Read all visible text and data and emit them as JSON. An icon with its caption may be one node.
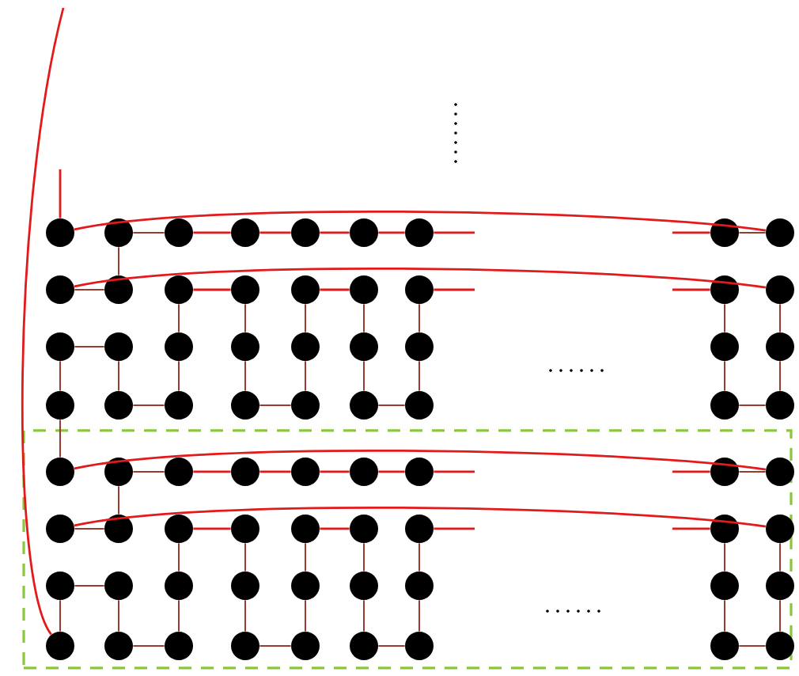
{
  "diagram": {
    "nodes": [
      {
        "text": [],
        "shape": "circle"
      },
      {
        "text": [],
        "shape": "circle"
      },
      {
        "text": [],
        "shape": "circle"
      },
      {
        "text": [],
        "shape": "circle"
      },
      {
        "text": [],
        "shape": "circle"
      },
      {
        "text": [],
        "shape": "circle"
      },
      {
        "text": [],
        "shape": "circle"
      },
      {
        "text": [],
        "shape": "circle"
      },
      {
        "text": [],
        "shape": "circle"
      },
      {
        "text": [],
        "shape": "circle"
      },
      {
        "text": [],
        "shape": "circle"
      },
      {
        "text": [],
        "shape": "circle"
      },
      {
        "text": [],
        "shape": "circle"
      },
      {
        "text": [],
        "shape": "circle"
      },
      {
        "text": [],
        "shape": "circle"
      },
      {
        "text": [],
        "shape": "circle"
      },
      {
        "text": [],
        "shape": "circle"
      },
      {
        "text": [],
        "shape": "circle"
      },
      {
        "text": [],
        "shape": "circle"
      },
      {
        "text": [],
        "shape": "circle"
      },
      {
        "text": [],
        "shape": "circle"
      },
      {
        "text": [],
        "shape": "circle"
      },
      {
        "text": [],
        "shape": "circle"
      },
      {
        "text": [],
        "shape": "circle"
      },
      {
        "text": [],
        "shape": "circle"
      },
      {
        "text": [],
        "shape": "circle"
      },
      {
        "text": [],
        "shape": "circle"
      },
      {
        "text": [],
        "shape": "circle"
      },
      {
        "text": [],
        "shape": "circle"
      },
      {
        "text": [],
        "shape": "circle"
      },
      {
        "text": [],
        "shape": "circle"
      },
      {
        "text": [],
        "shape": "circle"
      },
      {
        "text": [],
        "shape": "circle"
      },
      {
        "text": [],
        "shape": "circle"
      },
      {
        "text": [],
        "shape": "circle"
      },
      {
        "text": [],
        "shape": "circle"
      },
      {
        "text": [],
        "shape": "box"
      },
      {
        "text": [],
        "shape": "circle",
        "in": 36
      },
      {
        "text": [],
        "shape": "circle",
        "in": 36
      },
      {
        "text": [],
        "shape": "circle",
        "in": 36
      },
      {
        "text": [],
        "shape": "circle",
        "in": 36
      },
      {
        "text": [],
        "shape": "circle",
        "in": 36
      },
      {
        "text": [],
        "shape": "circle",
        "in": 36
      },
      {
        "text": [],
        "shape": "circle",
        "in": 36
      },
      {
        "text": [],
        "shape": "circle",
        "in": 36
      },
      {
        "text": [],
        "shape": "circle",
        "in": 36
      },
      {
        "text": [],
        "shape": "circle",
        "in": 36
      },
      {
        "text": [],
        "shape": "circle",
        "in": 36
      },
      {
        "text": [],
        "shape": "circle",
        "in": 36
      },
      {
        "text": [],
        "shape": "circle",
        "in": 36
      },
      {
        "text": [],
        "shape": "circle",
        "in": 36
      },
      {
        "text": [],
        "shape": "circle",
        "in": 36
      },
      {
        "text": [],
        "shape": "circle",
        "in": 36
      },
      {
        "text": [],
        "shape": "circle",
        "in": 36
      },
      {
        "text": [],
        "shape": "circle",
        "in": 36
      },
      {
        "text": [],
        "shape": "circle",
        "in": 36
      },
      {
        "text": [],
        "shape": "circle",
        "in": 36
      },
      {
        "text": [],
        "shape": "circle",
        "in": 36
      },
      {
        "text": [],
        "shape": "circle",
        "in": 36
      },
      {
        "text": [],
        "shape": "circle",
        "in": 36
      },
      {
        "text": [],
        "shape": "circle",
        "in": 36
      },
      {
        "text": [],
        "shape": "circle",
        "in": 36
      },
      {
        "text": [],
        "shape": "circle",
        "in": 36
      },
      {
        "text": [],
        "shape": "circle",
        "in": 36
      },
      {
        "text": [],
        "shape": "circle",
        "in": 36
      },
      {
        "text": [],
        "shape": "circle",
        "in": 36
      },
      {
        "text": [],
        "shape": "circle",
        "in": 36
      },
      {
        "text": [],
        "shape": "circle",
        "in": 36
      },
      {
        "text": [],
        "shape": "circle",
        "in": 36
      },
      {
        "text": [],
        "shape": "circle",
        "in": 36
      },
      {
        "text": [],
        "shape": "circle",
        "in": 36
      },
      {
        "text": [],
        "shape": "circle",
        "in": 36
      },
      {
        "text": [],
        "shape": "circle",
        "in": 36
      }
    ],
    "edges": [
      {
        "from": 0,
        "to": null,
        "arrow": "none",
        "color": "#e31a1c"
      },
      {
        "from": 1,
        "to": 2,
        "arrow": "none"
      },
      {
        "from": 2,
        "to": 3,
        "arrow": "none",
        "color": "#e31a1c"
      },
      {
        "from": 3,
        "to": 4,
        "arrow": "none",
        "color": "#e31a1c"
      },
      {
        "from": 4,
        "to": 5,
        "arrow": "none",
        "color": "#e31a1c"
      },
      {
        "from": 5,
        "to": 6,
        "arrow": "none",
        "color": "#e31a1c"
      },
      {
        "from": 6,
        "to": null,
        "arrow": "none",
        "color": "#e31a1c"
      },
      {
        "from": null,
        "to": 7,
        "arrow": "none",
        "color": "#e31a1c"
      },
      {
        "from": 7,
        "to": 8,
        "arrow": "none"
      },
      {
        "from": 0,
        "to": 8,
        "arrow": "none",
        "color": "#e31a1c"
      },
      {
        "from": 1,
        "to": 10,
        "arrow": "none"
      },
      {
        "from": 9,
        "to": 10,
        "arrow": "none"
      },
      {
        "from": 9,
        "to": 17,
        "arrow": "none",
        "color": "#e31a1c"
      },
      {
        "from": 11,
        "to": 12,
        "arrow": "none",
        "color": "#e31a1c"
      },
      {
        "from": 13,
        "to": 14,
        "arrow": "none",
        "color": "#e31a1c"
      },
      {
        "from": 15,
        "to": null,
        "arrow": "none",
        "color": "#e31a1c"
      },
      {
        "from": null,
        "to": 16,
        "arrow": "none",
        "color": "#e31a1c"
      },
      {
        "from": 18,
        "to": 19,
        "arrow": "none"
      },
      {
        "from": 11,
        "to": 20,
        "arrow": "none"
      },
      {
        "from": 12,
        "to": 21,
        "arrow": "none"
      },
      {
        "from": 13,
        "to": 22,
        "arrow": "none"
      },
      {
        "from": 14,
        "to": 23,
        "arrow": "none"
      },
      {
        "from": 15,
        "to": 24,
        "arrow": "none"
      },
      {
        "from": 16,
        "to": 25,
        "arrow": "none"
      },
      {
        "from": 17,
        "to": 26,
        "arrow": "none"
      },
      {
        "from": 18,
        "to": 27,
        "arrow": "none"
      },
      {
        "from": 19,
        "to": 28,
        "arrow": "none"
      },
      {
        "from": 20,
        "to": 29,
        "arrow": "none"
      },
      {
        "from": 21,
        "to": 30,
        "arrow": "none"
      },
      {
        "from": 22,
        "to": 31,
        "arrow": "none"
      },
      {
        "from": 23,
        "to": 32,
        "arrow": "none"
      },
      {
        "from": 24,
        "to": 33,
        "arrow": "none"
      },
      {
        "from": 25,
        "to": 34,
        "arrow": "none"
      },
      {
        "from": 26,
        "to": 35,
        "arrow": "none"
      },
      {
        "from": 28,
        "to": 29,
        "arrow": "none"
      },
      {
        "from": 30,
        "to": 31,
        "arrow": "none"
      },
      {
        "from": 32,
        "to": 33,
        "arrow": "none"
      },
      {
        "from": 34,
        "to": 35,
        "arrow": "none"
      },
      {
        "from": 27,
        "to": 37,
        "arrow": "none"
      },
      {
        "from": null,
        "to": 64,
        "arrow": "none",
        "color": "#e31a1c"
      },
      {
        "from": 38,
        "to": 39,
        "arrow": "none"
      },
      {
        "from": 39,
        "to": 40,
        "arrow": "none",
        "color": "#e31a1c"
      },
      {
        "from": 40,
        "to": 41,
        "arrow": "none",
        "color": "#e31a1c"
      },
      {
        "from": 41,
        "to": 42,
        "arrow": "none",
        "color": "#e31a1c"
      },
      {
        "from": 42,
        "to": 43,
        "arrow": "none",
        "color": "#e31a1c"
      },
      {
        "from": 43,
        "to": null,
        "arrow": "none",
        "color": "#e31a1c"
      },
      {
        "from": null,
        "to": 44,
        "arrow": "none",
        "color": "#e31a1c"
      },
      {
        "from": 44,
        "to": 45,
        "arrow": "none"
      },
      {
        "from": 37,
        "to": 45,
        "arrow": "none",
        "color": "#e31a1c"
      },
      {
        "from": 38,
        "to": 47,
        "arrow": "none"
      },
      {
        "from": 46,
        "to": 47,
        "arrow": "none"
      },
      {
        "from": 46,
        "to": 54,
        "arrow": "none",
        "color": "#e31a1c"
      },
      {
        "from": 48,
        "to": 49,
        "arrow": "none",
        "color": "#e31a1c"
      },
      {
        "from": 50,
        "to": 51,
        "arrow": "none",
        "color": "#e31a1c"
      },
      {
        "from": 52,
        "to": null,
        "arrow": "none",
        "color": "#e31a1c"
      },
      {
        "from": null,
        "to": 53,
        "arrow": "none",
        "color": "#e31a1c"
      },
      {
        "from": 55,
        "to": 56,
        "arrow": "none"
      },
      {
        "from": 48,
        "to": 57,
        "arrow": "none"
      },
      {
        "from": 49,
        "to": 58,
        "arrow": "none"
      },
      {
        "from": 50,
        "to": 59,
        "arrow": "none"
      },
      {
        "from": 51,
        "to": 60,
        "arrow": "none"
      },
      {
        "from": 52,
        "to": 61,
        "arrow": "none"
      },
      {
        "from": 53,
        "to": 62,
        "arrow": "none"
      },
      {
        "from": 54,
        "to": 63,
        "arrow": "none"
      },
      {
        "from": 55,
        "to": 64,
        "arrow": "none"
      },
      {
        "from": 56,
        "to": 65,
        "arrow": "none"
      },
      {
        "from": 57,
        "to": 66,
        "arrow": "none"
      },
      {
        "from": 58,
        "to": 67,
        "arrow": "none"
      },
      {
        "from": 59,
        "to": 68,
        "arrow": "none"
      },
      {
        "from": 60,
        "to": 69,
        "arrow": "none"
      },
      {
        "from": 61,
        "to": 70,
        "arrow": "none"
      },
      {
        "from": 62,
        "to": 71,
        "arrow": "none"
      },
      {
        "from": 63,
        "to": 72,
        "arrow": "none"
      },
      {
        "from": 65,
        "to": 66,
        "arrow": "none"
      },
      {
        "from": 67,
        "to": 68,
        "arrow": "none"
      },
      {
        "from": 69,
        "to": 70,
        "arrow": "none"
      },
      {
        "from": 71,
        "to": 72,
        "arrow": "none"
      }
    ]
  }
}
